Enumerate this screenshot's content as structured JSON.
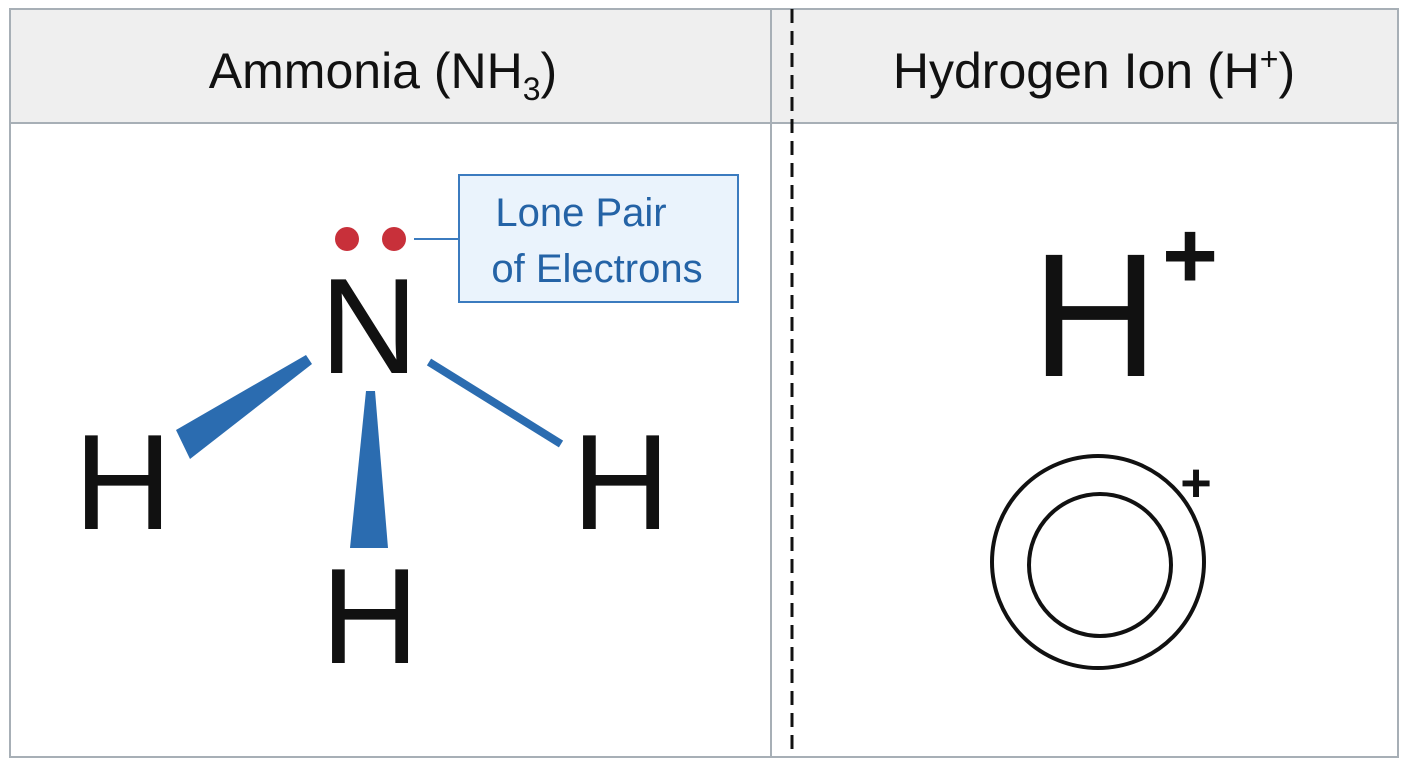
{
  "colors": {
    "border": "#a7afb6",
    "header_bg": "#efefef",
    "text": "#111111",
    "bond_blue": "#2b6cb0",
    "electron_red": "#c8303a",
    "callout_bg": "#eaf3fc",
    "callout_border": "#3b7bbf",
    "callout_text": "#2463a6"
  },
  "left_panel": {
    "title_main": "Ammonia (NH",
    "title_subscript": "3",
    "title_end": ")",
    "central_atom": "N",
    "hydrogen_left": "H",
    "hydrogen_bottom": "H",
    "hydrogen_right": "H",
    "callout": {
      "line1": "Lone Pair",
      "line2": "of Electrons"
    }
  },
  "right_panel": {
    "title_main": "Hydrogen Ion (H",
    "title_superscript": "+",
    "title_end": ")",
    "symbol": "H",
    "symbol_charge": "+",
    "ion_charge": "+"
  },
  "icons": {
    "lone_pair": "two-electron-dots",
    "wedge_bonds": "wedge-bond",
    "ion": "concentric-circles-ion"
  }
}
